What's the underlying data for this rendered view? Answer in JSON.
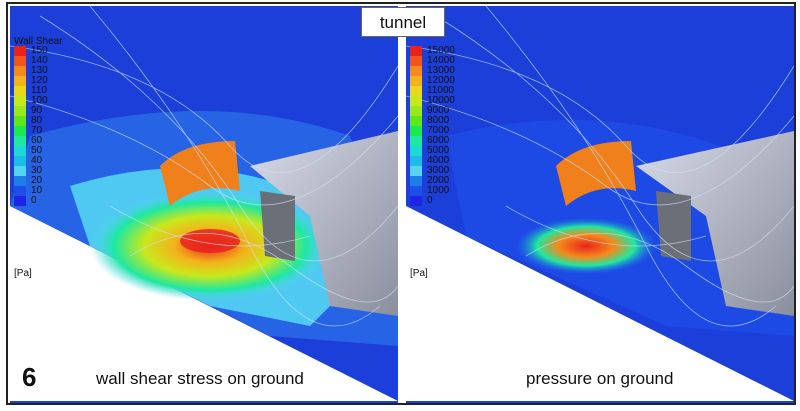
{
  "header_label": "tunnel",
  "step_number": "6",
  "panels": {
    "left": {
      "legend_title": "Wall Shear",
      "legend_values": [
        "150",
        "140",
        "130",
        "120",
        "110",
        "100",
        "90",
        "80",
        "70",
        "60",
        "50",
        "40",
        "30",
        "20",
        "10",
        "0"
      ],
      "unit": "[Pa]",
      "caption": "wall shear stress on ground"
    },
    "right": {
      "legend_values": [
        "15000",
        "14000",
        "13000",
        "12000",
        "11000",
        "10000",
        "9000",
        "8000",
        "7000",
        "6000",
        "5000",
        "4000",
        "3000",
        "2000",
        "1000",
        "0"
      ],
      "unit": "[Pa]",
      "caption": "pressure on ground"
    }
  },
  "legend_colors": [
    "#e8231c",
    "#f0561c",
    "#f58a1c",
    "#f3b31c",
    "#e8d81c",
    "#c9e81c",
    "#9be81c",
    "#5ee81c",
    "#1ee84f",
    "#1ee8a0",
    "#1ed8d8",
    "#1ebbe8",
    "#54d4f2",
    "#1e7ee8",
    "#1e4ee8",
    "#1e23e8"
  ],
  "colors": {
    "background_blue": "#1b3fd8",
    "ground_white": "#ffffff"
  }
}
